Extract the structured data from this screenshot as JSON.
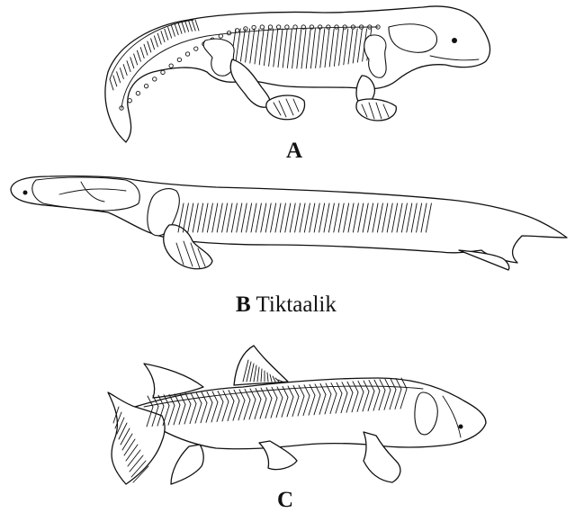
{
  "figure": {
    "panels": [
      {
        "letter": "A",
        "name": ""
      },
      {
        "letter": "B",
        "name": "Tiktaalik"
      },
      {
        "letter": "C",
        "name": ""
      }
    ]
  }
}
